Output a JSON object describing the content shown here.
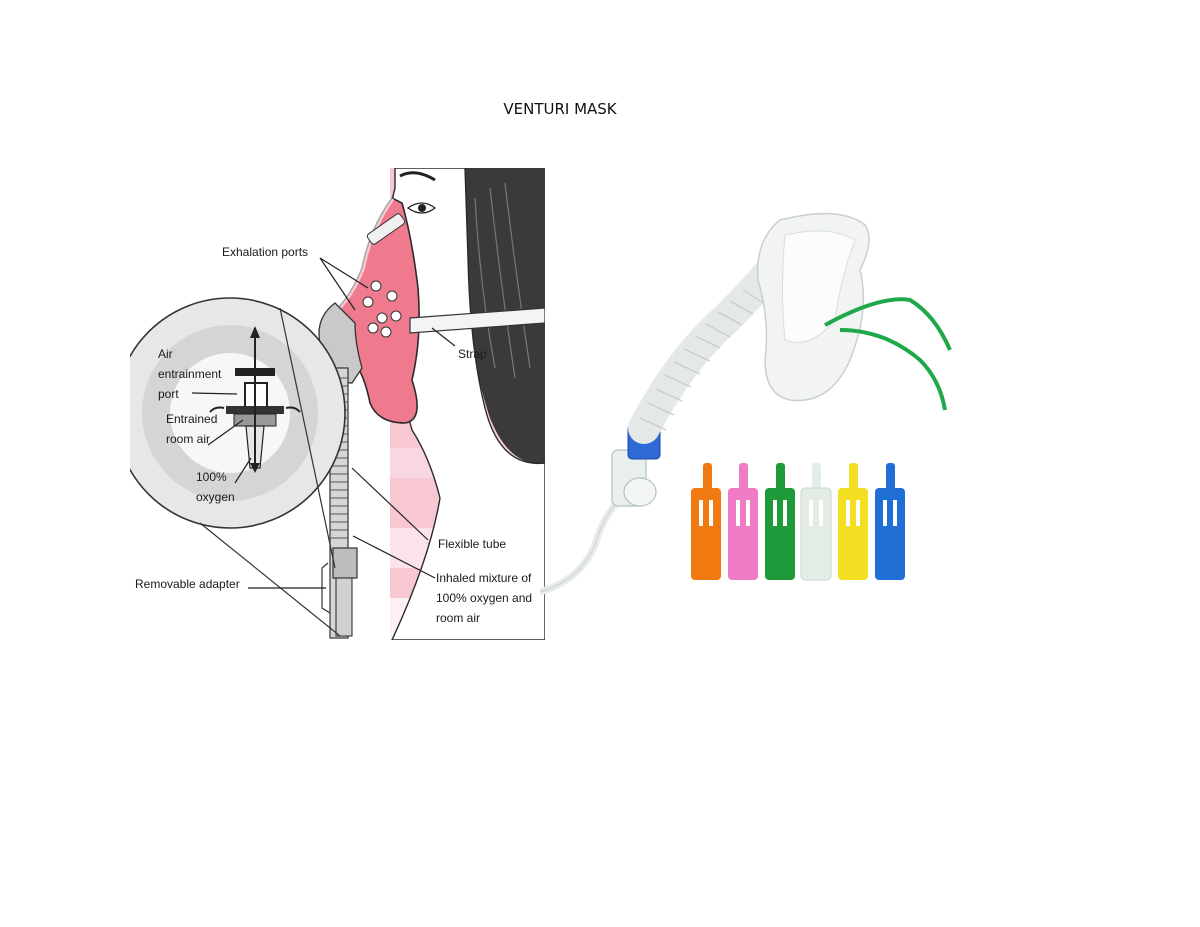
{
  "document": {
    "title": "VENTURI MASK"
  },
  "diagram": {
    "labels": {
      "exhalation_ports": "Exhalation ports",
      "strap": "Strap",
      "air_entrainment_1": "Air",
      "air_entrainment_2": "entrainment",
      "air_entrainment_3": "port",
      "entrained_1": "Entrained",
      "entrained_2": "room air",
      "oxygen_1": "100%",
      "oxygen_2": "oxygen",
      "flexible_tube": "Flexible tube",
      "removable_adapter": "Removable adapter",
      "inhaled_1": "Inhaled mixture of",
      "inhaled_2": "100% oxygen and",
      "inhaled_3": "room air"
    }
  },
  "photo": {
    "adapter_colors": [
      "#f07a10",
      "#f07cc6",
      "#1f9a3a",
      "#e4ece6",
      "#f2df22",
      "#1f6fd6"
    ],
    "strap_color": "#1fa84a",
    "collar_color": "#2d6ad6"
  }
}
